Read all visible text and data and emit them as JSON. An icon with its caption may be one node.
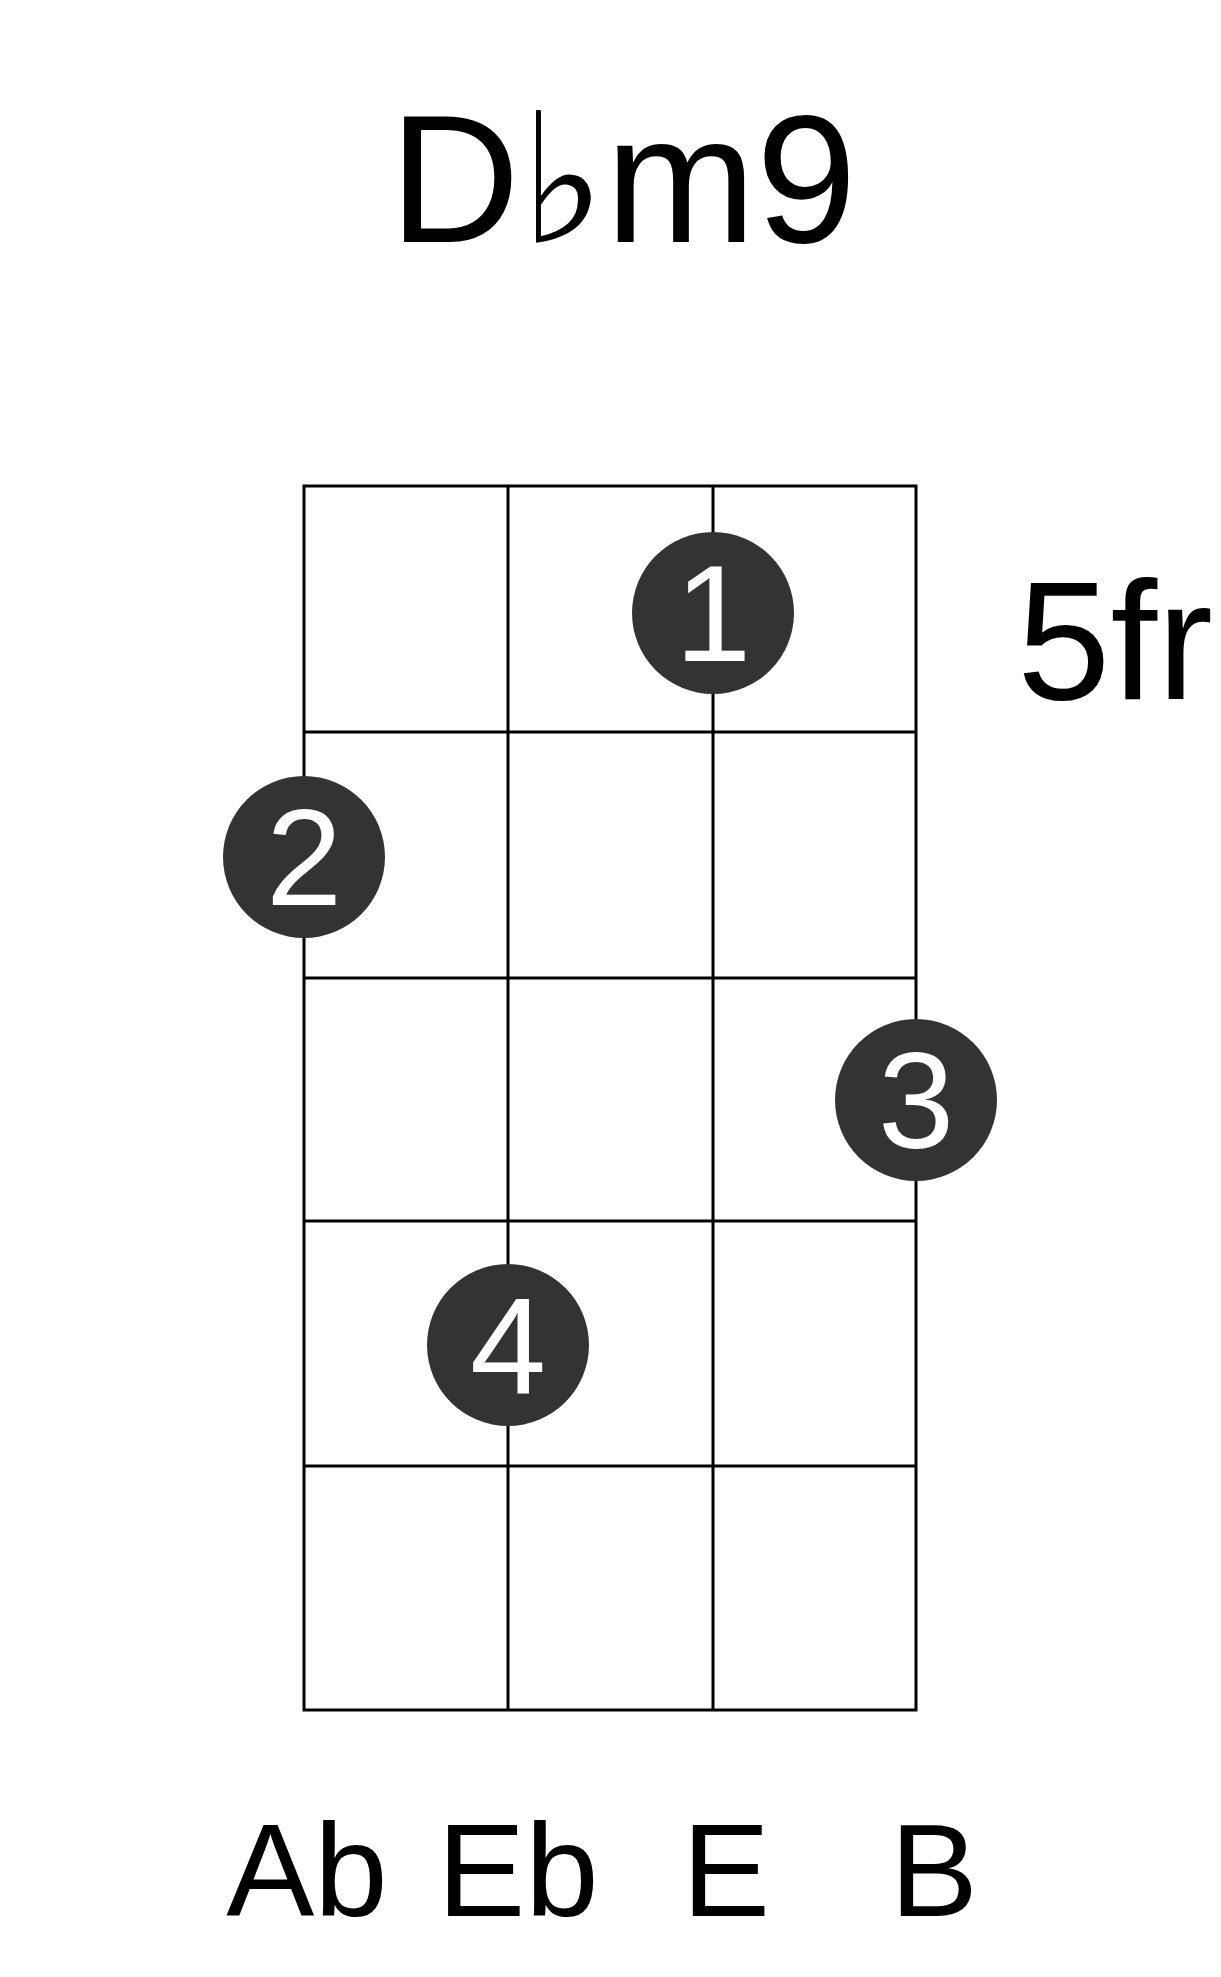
{
  "diagram": {
    "title": "D♭m9",
    "nodes": [
      {
        "text": [
          "1"
        ]
      },
      {
        "text": [
          "2"
        ]
      },
      {
        "text": [
          "3"
        ]
      },
      {
        "text": [
          "4"
        ]
      }
    ],
    "labels": [
      "5fr",
      "Ab",
      "Eb",
      "E",
      "B"
    ]
  }
}
